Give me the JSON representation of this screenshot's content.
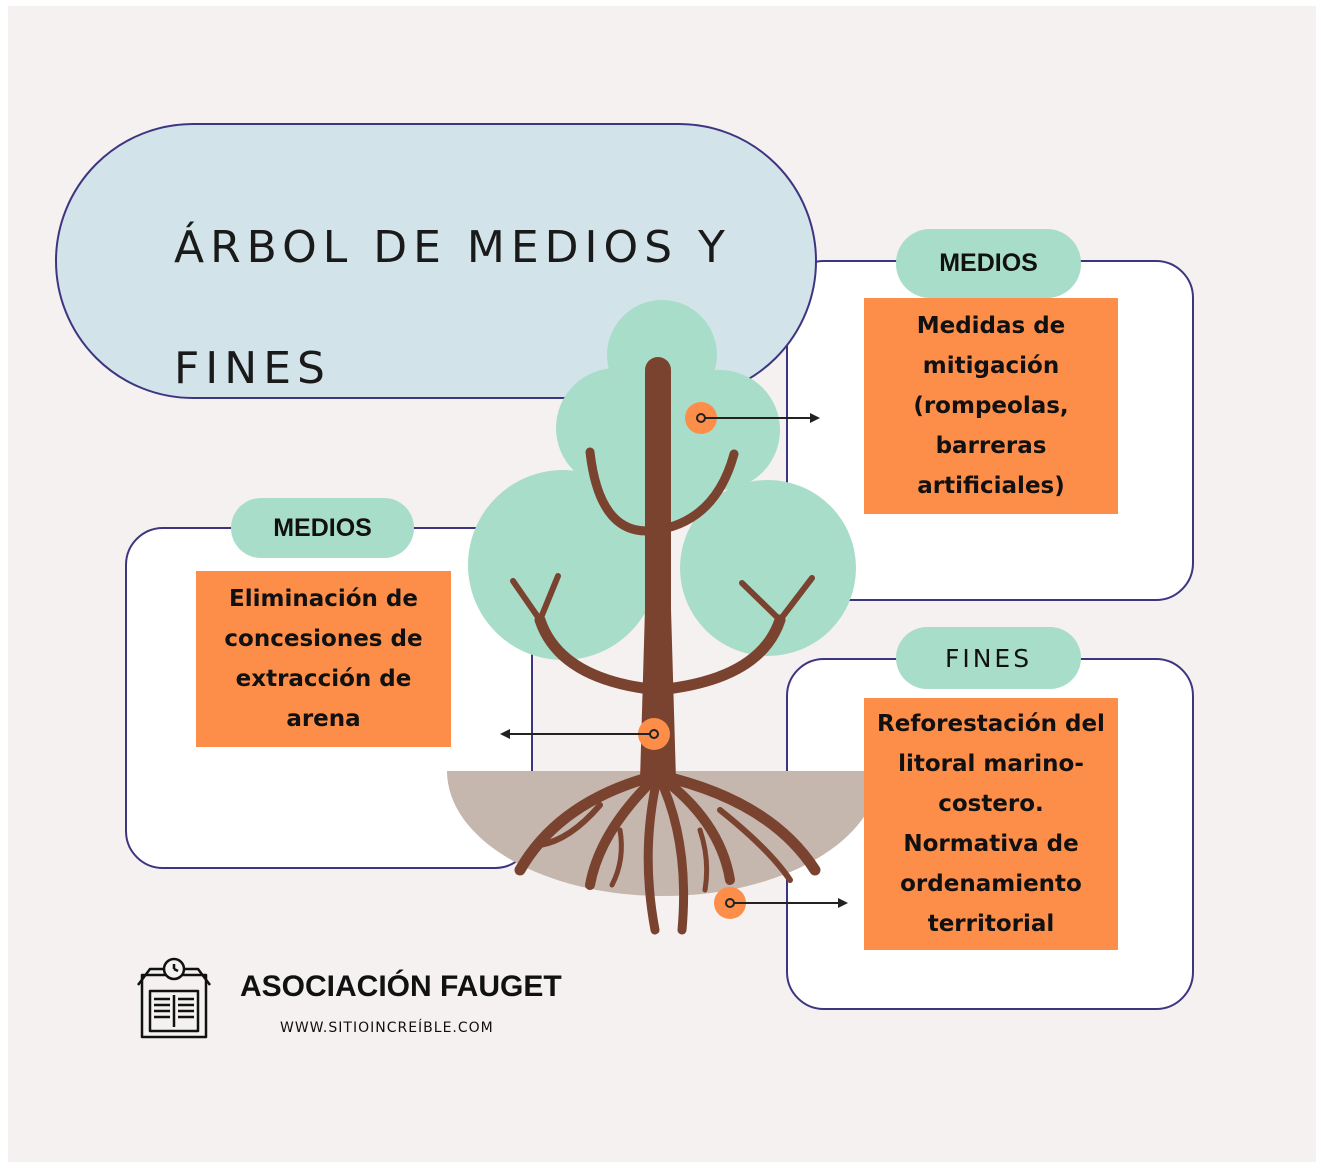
{
  "title": {
    "line1": "ÁRBOL DE MEDIOS Y",
    "line2": "FINES"
  },
  "panels": {
    "top_right": {
      "label": "MEDIOS",
      "text": "Medidas de mitigación (rompeolas, barreras artificiales)"
    },
    "left": {
      "label": "MEDIOS",
      "text": "Eliminación de concesiones de extracción de arena"
    },
    "bottom_right": {
      "label": "FINES",
      "text": "Reforestación del litoral marino-costero. Normativa de ordenamiento territorial"
    }
  },
  "footer": {
    "org_name": "ASOCIACIÓN FAUGET",
    "website": "WWW.SITIOINCREÍBLE.COM"
  },
  "icons": {
    "logo": "library-building-icon"
  },
  "colors": {
    "background": "#f4f1f0",
    "title_fill": "#d2e4ea",
    "outline": "#3d3580",
    "pill": "#a8ddc9",
    "orange": "#fd8e4a",
    "trunk": "#7a4330",
    "foliage": "#a8ddc9",
    "soil": "#c5b6ae"
  }
}
